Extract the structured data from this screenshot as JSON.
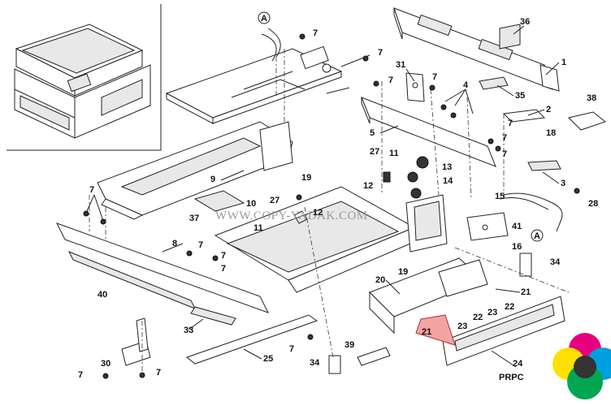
{
  "diagram": {
    "watermark": "WWW.COPY-YADAK.COM",
    "footer_code": "PRPC",
    "connector_marker": "A",
    "highlight_color": "#f4a3a3",
    "callouts": [
      {
        "id": "c1",
        "text": "1"
      },
      {
        "id": "c2",
        "text": "2"
      },
      {
        "id": "c3",
        "text": "3"
      },
      {
        "id": "c4",
        "text": "4"
      },
      {
        "id": "c5",
        "text": "5"
      },
      {
        "id": "c7a",
        "text": "7"
      },
      {
        "id": "c7b",
        "text": "7"
      },
      {
        "id": "c7c",
        "text": "7"
      },
      {
        "id": "c7d",
        "text": "7"
      },
      {
        "id": "c7e",
        "text": "7"
      },
      {
        "id": "c7f",
        "text": "7"
      },
      {
        "id": "c7g",
        "text": "7"
      },
      {
        "id": "c7h",
        "text": "7"
      },
      {
        "id": "c7i",
        "text": "7"
      },
      {
        "id": "c7j",
        "text": "7"
      },
      {
        "id": "c7k",
        "text": "7"
      },
      {
        "id": "c7l",
        "text": "7"
      },
      {
        "id": "c7m",
        "text": "7"
      },
      {
        "id": "c7n",
        "text": "7"
      },
      {
        "id": "c8",
        "text": "8"
      },
      {
        "id": "c9",
        "text": "9"
      },
      {
        "id": "c10",
        "text": "10"
      },
      {
        "id": "c11a",
        "text": "11"
      },
      {
        "id": "c11b",
        "text": "11"
      },
      {
        "id": "c12a",
        "text": "12"
      },
      {
        "id": "c12b",
        "text": "12"
      },
      {
        "id": "c13",
        "text": "13"
      },
      {
        "id": "c14",
        "text": "14"
      },
      {
        "id": "c15",
        "text": "15"
      },
      {
        "id": "c16",
        "text": "16"
      },
      {
        "id": "c18",
        "text": "18"
      },
      {
        "id": "c19a",
        "text": "19"
      },
      {
        "id": "c19b",
        "text": "19"
      },
      {
        "id": "c20",
        "text": "20"
      },
      {
        "id": "c21a",
        "text": "21"
      },
      {
        "id": "c21b",
        "text": "21"
      },
      {
        "id": "c22a",
        "text": "22"
      },
      {
        "id": "c22b",
        "text": "22"
      },
      {
        "id": "c23a",
        "text": "23"
      },
      {
        "id": "c23b",
        "text": "23"
      },
      {
        "id": "c24",
        "text": "24"
      },
      {
        "id": "c25",
        "text": "25"
      },
      {
        "id": "c27a",
        "text": "27"
      },
      {
        "id": "c27b",
        "text": "27"
      },
      {
        "id": "c28",
        "text": "28"
      },
      {
        "id": "c30",
        "text": "30"
      },
      {
        "id": "c31",
        "text": "31"
      },
      {
        "id": "c33",
        "text": "33"
      },
      {
        "id": "c34a",
        "text": "34"
      },
      {
        "id": "c34b",
        "text": "34"
      },
      {
        "id": "c35",
        "text": "35"
      },
      {
        "id": "c36",
        "text": "36"
      },
      {
        "id": "c37",
        "text": "37"
      },
      {
        "id": "c38",
        "text": "38"
      },
      {
        "id": "c39",
        "text": "39"
      },
      {
        "id": "c40",
        "text": "40"
      },
      {
        "id": "c41",
        "text": "41"
      }
    ]
  }
}
